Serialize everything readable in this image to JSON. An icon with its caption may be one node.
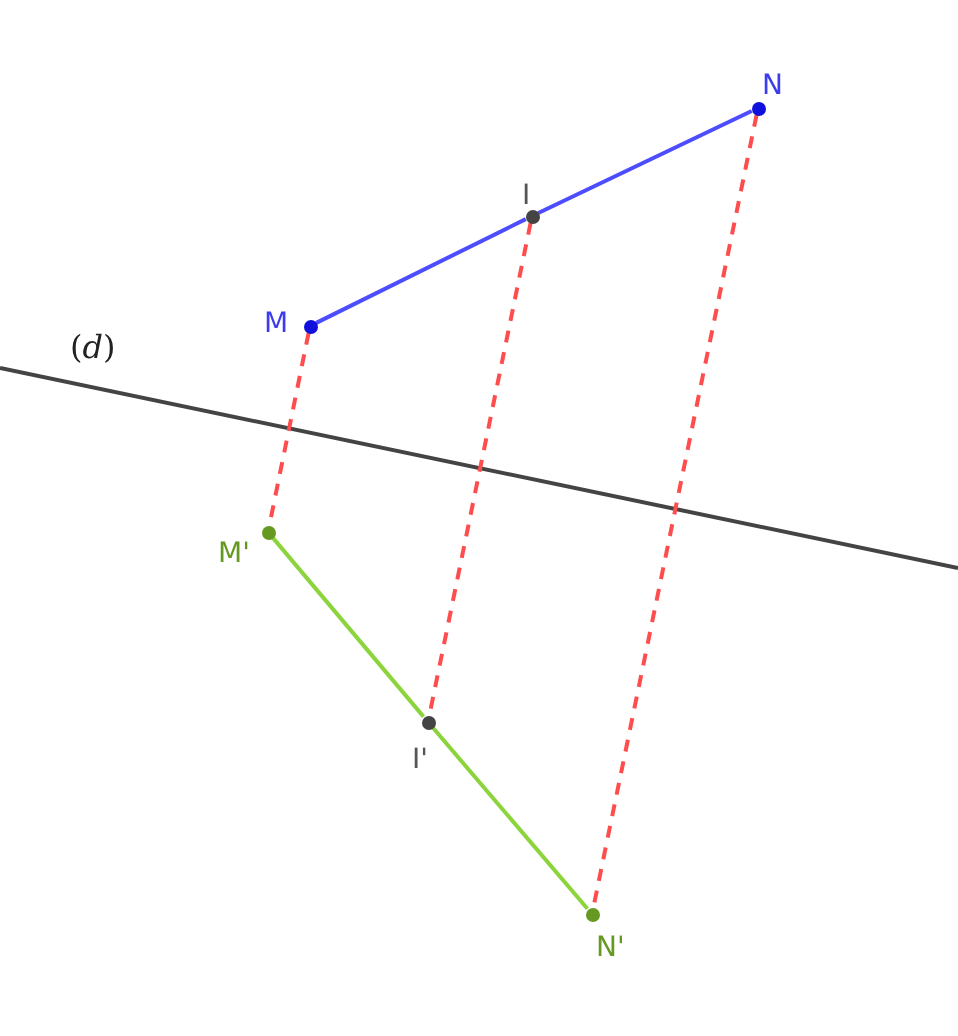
{
  "diagram": {
    "nodes": [
      {
        "text": [],
        "shape": "circle",
        "beside": [
          "N"
        ]
      },
      {
        "text": [],
        "shape": "circle",
        "beside": [
          "I"
        ]
      },
      {
        "text": [],
        "shape": "circle",
        "beside": [
          "M"
        ]
      },
      {
        "text": [],
        "shape": "circle",
        "beside": [
          "M'"
        ]
      },
      {
        "text": [],
        "shape": "circle",
        "beside": [
          "I'"
        ]
      },
      {
        "text": [],
        "shape": "circle",
        "beside": [
          "N'"
        ]
      }
    ],
    "edges": [
      {
        "from": 2,
        "to": 1,
        "arrow": "none",
        "color": "#4d4dff"
      },
      {
        "from": 1,
        "to": 0,
        "arrow": "none",
        "color": "#4d4dff"
      },
      {
        "from": 2,
        "to": 3,
        "arrow": "none",
        "style": "dashed",
        "color": "#ff4d4d"
      },
      {
        "from": 1,
        "to": 4,
        "arrow": "none",
        "style": "dashed",
        "color": "#ff4d4d"
      },
      {
        "from": 0,
        "to": 5,
        "arrow": "none",
        "style": "dashed",
        "color": "#ff4d4d"
      },
      {
        "from": 3,
        "to": 4,
        "arrow": "none",
        "color": "#8cd43c"
      },
      {
        "from": 4,
        "to": 5,
        "arrow": "none",
        "color": "#8cd43c"
      }
    ],
    "labels": [
      "(*d*)"
    ]
  }
}
